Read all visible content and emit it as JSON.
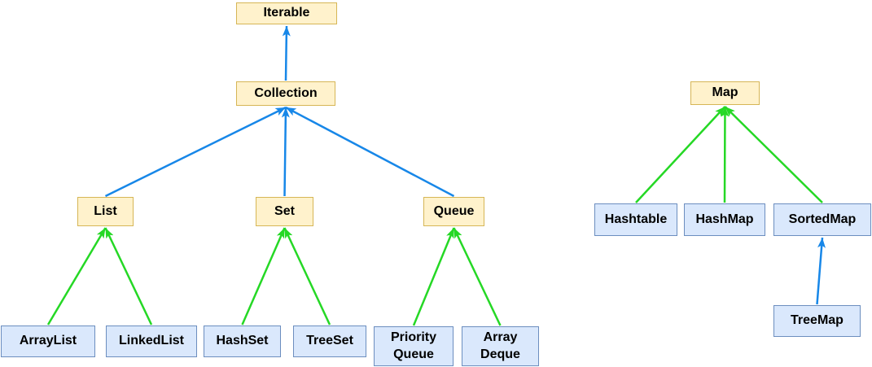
{
  "colors": {
    "interface_fill": "#FFF2CC",
    "interface_border": "#D6B656",
    "class_fill": "#DAE8FC",
    "class_border": "#6C8EBF",
    "arrow_blue": "#1787E8",
    "arrow_green": "#25D825"
  },
  "nodes": [
    {
      "id": "iterable",
      "label": "Iterable",
      "kind": "interface"
    },
    {
      "id": "collection",
      "label": "Collection",
      "kind": "interface"
    },
    {
      "id": "list",
      "label": "List",
      "kind": "interface"
    },
    {
      "id": "set",
      "label": "Set",
      "kind": "interface"
    },
    {
      "id": "queue",
      "label": "Queue",
      "kind": "interface"
    },
    {
      "id": "map",
      "label": "Map",
      "kind": "interface"
    },
    {
      "id": "arraylist",
      "label": "ArrayList",
      "kind": "class"
    },
    {
      "id": "linkedlist",
      "label": "LinkedList",
      "kind": "class"
    },
    {
      "id": "hashset",
      "label": "HashSet",
      "kind": "class"
    },
    {
      "id": "treeset",
      "label": "TreeSet",
      "kind": "class"
    },
    {
      "id": "priorityqueue",
      "label": "Priority\nQueue",
      "kind": "class"
    },
    {
      "id": "arraydeque",
      "label": "Array\nDeque",
      "kind": "class"
    },
    {
      "id": "hashtable",
      "label": "Hashtable",
      "kind": "class"
    },
    {
      "id": "hashmap",
      "label": "HashMap",
      "kind": "class"
    },
    {
      "id": "sortedmap",
      "label": "SortedMap",
      "kind": "class"
    },
    {
      "id": "treemap",
      "label": "TreeMap",
      "kind": "class"
    }
  ],
  "edges": [
    {
      "from": "collection",
      "to": "iterable",
      "color": "blue"
    },
    {
      "from": "list",
      "to": "collection",
      "color": "blue"
    },
    {
      "from": "set",
      "to": "collection",
      "color": "blue"
    },
    {
      "from": "queue",
      "to": "collection",
      "color": "blue"
    },
    {
      "from": "treemap",
      "to": "sortedmap",
      "color": "blue"
    },
    {
      "from": "arraylist",
      "to": "list",
      "color": "green"
    },
    {
      "from": "linkedlist",
      "to": "list",
      "color": "green"
    },
    {
      "from": "hashset",
      "to": "set",
      "color": "green"
    },
    {
      "from": "treeset",
      "to": "set",
      "color": "green"
    },
    {
      "from": "priorityqueue",
      "to": "queue",
      "color": "green"
    },
    {
      "from": "arraydeque",
      "to": "queue",
      "color": "green"
    },
    {
      "from": "hashtable",
      "to": "map",
      "color": "green"
    },
    {
      "from": "hashmap",
      "to": "map",
      "color": "green"
    },
    {
      "from": "sortedmap",
      "to": "map",
      "color": "green"
    }
  ]
}
